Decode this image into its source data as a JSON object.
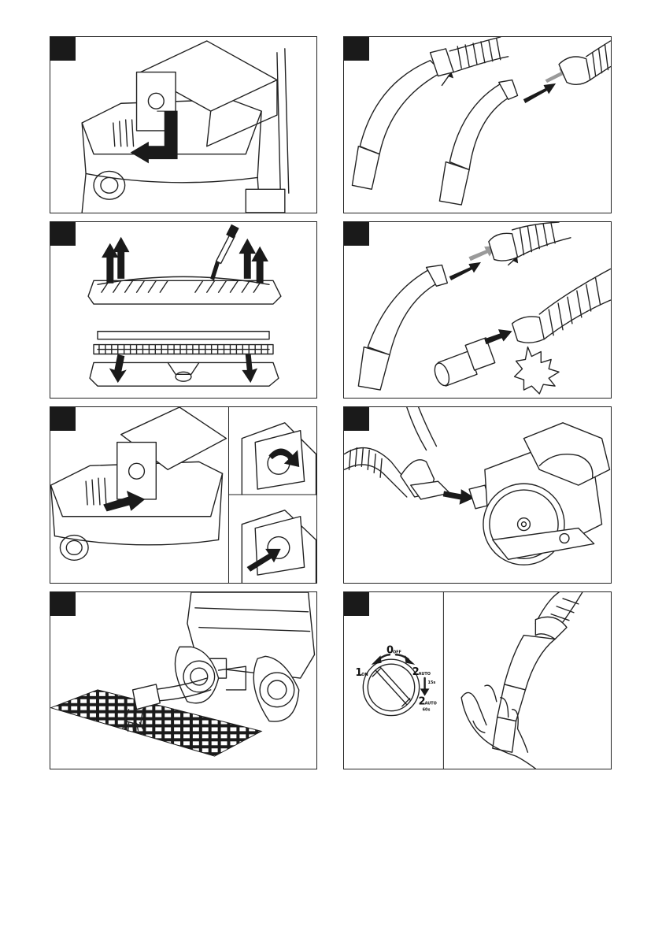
{
  "dial": {
    "pos0": "0",
    "pos0_sub": "OFF",
    "pos1": "1",
    "pos1_sub": "ON",
    "pos2": "2",
    "pos2_sub": "AUTO",
    "pos2b": "2",
    "pos2b_sub": "AUTO",
    "delay_short": "15s",
    "delay_long": "60s"
  }
}
